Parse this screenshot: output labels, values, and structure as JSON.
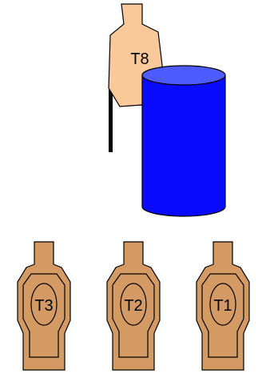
{
  "back_target": {
    "label": "T8",
    "fill": "#f9c99a",
    "stroke": "#000000"
  },
  "barrel": {
    "color": "#0a0aff",
    "top_color": "#4d5cff",
    "stroke": "#000000"
  },
  "front_targets": {
    "fill": "#d49a64",
    "stroke": "#000000",
    "items": [
      {
        "label": "T3"
      },
      {
        "label": "T2"
      },
      {
        "label": "T1"
      }
    ]
  }
}
